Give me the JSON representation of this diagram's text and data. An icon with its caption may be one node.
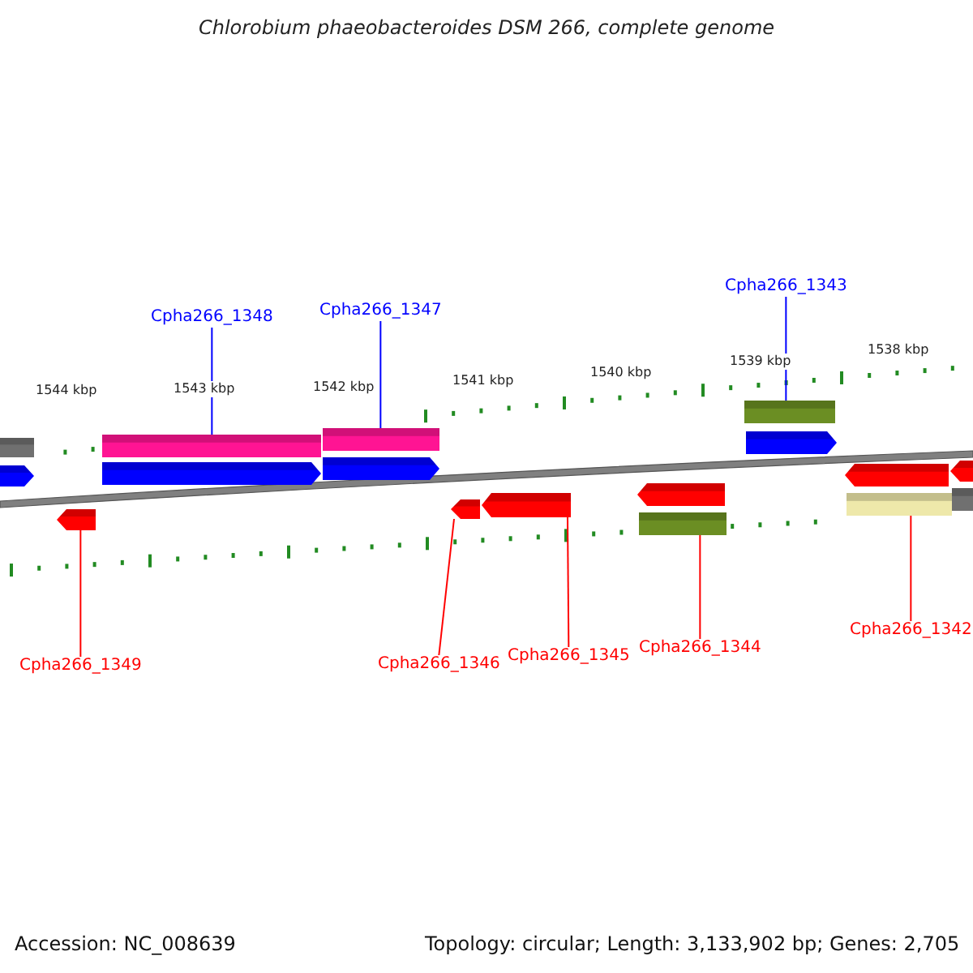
{
  "diagram": {
    "title": "Chlorobium phaeobacteroides DSM 266, complete genome",
    "nodes": [
      {
        "text": [
          "Cpha266_1348"
        ]
      },
      {
        "text": [
          "Cpha266_1347"
        ]
      },
      {
        "text": [
          "Cpha266_1343"
        ]
      },
      {
        "text": [],
        "shape": "bar"
      },
      {
        "text": [],
        "shape": "arrow"
      },
      {
        "text": [],
        "shape": "arrow"
      },
      {
        "text": [],
        "shape": "bar"
      },
      {
        "text": [],
        "shape": "arrow"
      },
      {
        "text": [],
        "shape": "bar"
      },
      {
        "text": [],
        "shape": "arrow"
      },
      {
        "text": [],
        "shape": "arrow"
      },
      {
        "text": [],
        "shape": "arrow"
      },
      {
        "text": [],
        "shape": "arrow"
      },
      {
        "text": [],
        "shape": "bar"
      },
      {
        "text": [],
        "shape": "bar"
      },
      {
        "text": [],
        "shape": "arrow"
      },
      {
        "text": [],
        "shape": "arrow"
      },
      {
        "text": [],
        "shape": "bar"
      },
      {
        "text": [],
        "shape": "arrow"
      },
      {
        "text": [],
        "shape": "bar"
      },
      {
        "text": [
          "Cpha266_1349"
        ]
      },
      {
        "text": [
          "Cpha266_1346"
        ]
      },
      {
        "text": [
          "Cpha266_1345"
        ]
      },
      {
        "text": [
          "Cpha266_1344"
        ]
      },
      {
        "text": [
          "Cpha266_1342"
        ]
      }
    ],
    "edges": [
      {
        "from": 0,
        "to": 6,
        "arrow": "none",
        "color": "#0000ff"
      },
      {
        "from": 1,
        "to": 8,
        "arrow": "none",
        "color": "#0000ff"
      },
      {
        "from": 2,
        "to": 14,
        "arrow": "none",
        "color": "#0000ff"
      },
      {
        "from": 20,
        "to": 5,
        "arrow": "none"
      },
      {
        "from": 21,
        "to": 10,
        "arrow": "none"
      },
      {
        "from": 22,
        "to": 11,
        "arrow": "none"
      },
      {
        "from": 23,
        "to": 13,
        "arrow": "none"
      },
      {
        "from": 24,
        "to": 17,
        "arrow": "none"
      }
    ],
    "labels": [
      "1544 kbp",
      "1543 kbp",
      "1542 kbp",
      "1541 kbp",
      "1540 kbp",
      "1539 kbp",
      "1538 kbp",
      "Accession: NC_008639",
      "Topology: circular; Length: 3,133,902 bp; Genes: 2,705"
    ]
  }
}
